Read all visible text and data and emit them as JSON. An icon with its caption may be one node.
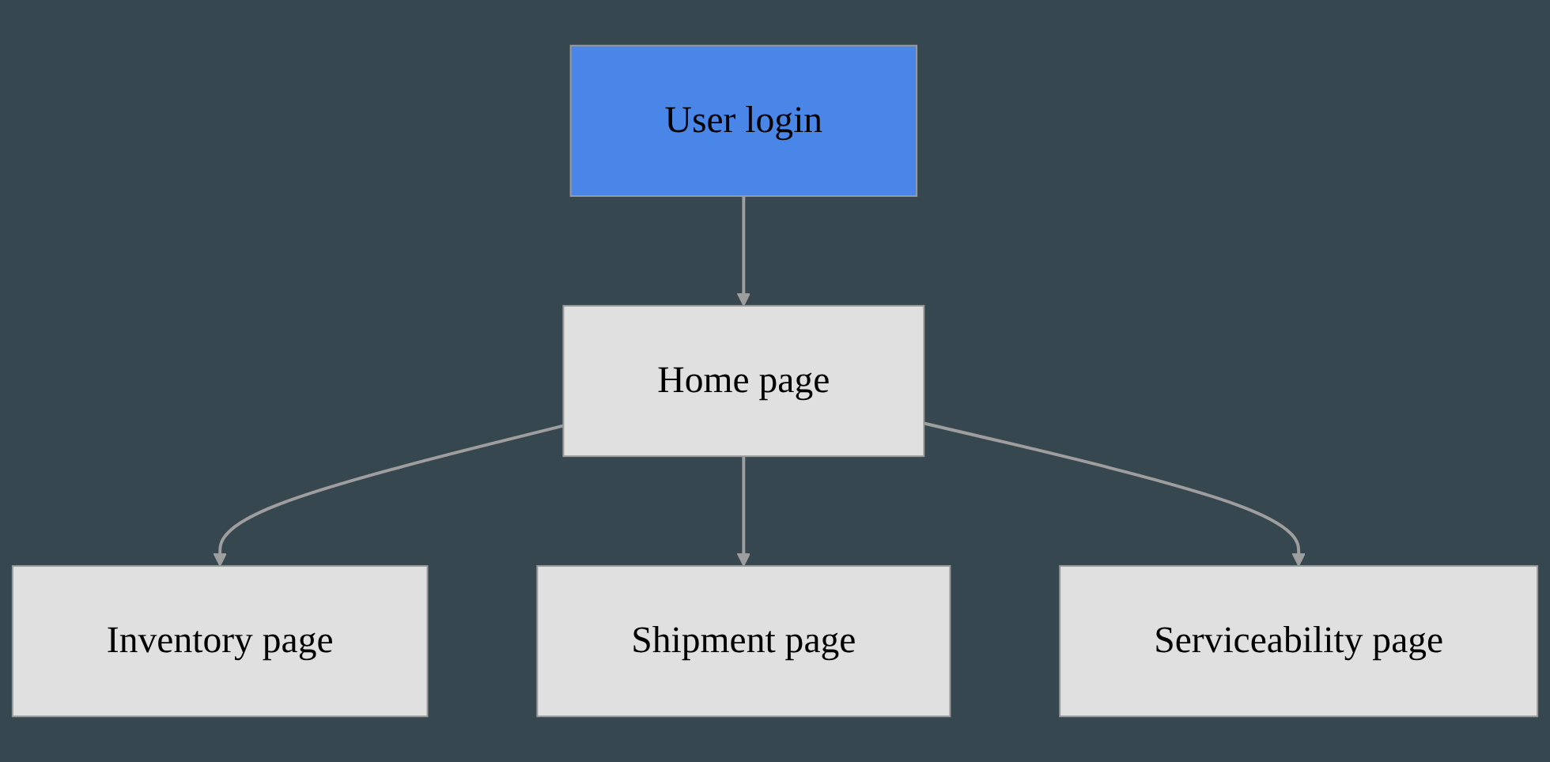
{
  "diagram": {
    "nodes": [
      {
        "text": [
          "User login"
        ]
      },
      {
        "text": [
          "Home page"
        ]
      },
      {
        "text": [
          "Inventory page"
        ]
      },
      {
        "text": [
          "Shipment page"
        ]
      },
      {
        "text": [
          "Serviceability page"
        ]
      }
    ],
    "edges": [
      {
        "from": 0,
        "to": 1,
        "arrow": "to"
      },
      {
        "from": 1,
        "to": 2,
        "arrow": "to"
      },
      {
        "from": 1,
        "to": 3,
        "arrow": "to"
      },
      {
        "from": 1,
        "to": 4,
        "arrow": "to"
      }
    ]
  }
}
